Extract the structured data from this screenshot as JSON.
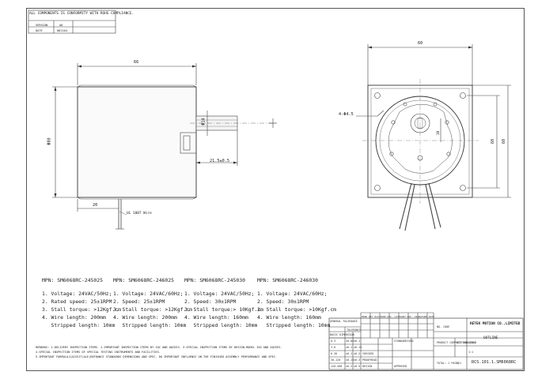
{
  "header": {
    "compliance": "ALL COMPONENTS IS CONFORMITY WITH ROHS COMPLIANCE.",
    "version_label": "VERSION",
    "version_value": "A0",
    "date_label": "DATE",
    "date_value": "081104"
  },
  "dimensions": {
    "body_length": "66",
    "diameter": "Φ80",
    "shaft_diameter": "Φ14",
    "shaft_length": "21.5±0.5",
    "lead_offset": "20",
    "wire_label": "UL 1007 Wire",
    "flange_width": "60",
    "flange_height_a": "60",
    "flange_height_b": "60",
    "hole_spec": "4-Φ4.5",
    "keyway": "10"
  },
  "specs": [
    {
      "mpn": "MPN: SM6068RC-245025",
      "lines": [
        "1. Voltage: 24VAC/50Hz;",
        "2. Rated speed: 25±1RPM",
        "3. Stall torque: >12Kgf.cm",
        "4. Wire length: 200mm",
        "   Stripped length: 10mm"
      ]
    },
    {
      "mpn": "MPN: SM6068RC-246025",
      "lines": [
        "1. Voltage: 24VAC/60Hz;",
        "2. Speed: 25±1RPM",
        "3. Stall torque: >12Kgf.cm",
        "4. Wire length: 200mm",
        "   Stripped length: 10mm"
      ]
    },
    {
      "mpn": "MPN: SM6068RC-245030",
      "lines": [
        "1. Voltage: 24VAC/50Hz;",
        "2. Speed: 30±1RPM",
        "3. Stall torque:> 10Kgf.cm",
        "4. Wire length: 160mm",
        "   Stripped length: 10mm"
      ]
    },
    {
      "mpn": "MPN: SM6068RC-246030",
      "lines": [
        "1. Voltage: 24VAC/60Hz;",
        "2. Speed: 30±1RPM",
        "3. Stall torque: >10Kgf.cm",
        "4. Wire length: 160mm",
        "   Stripped length: 10mm"
      ]
    }
  ],
  "remarks": [
    "REMARKS: 1.DELIVERY INSPECTION ITEMS. 2.IMPORTANT INSPECTION ITEMS BY IQC AND OQCEES. 3.SPECIAL INSPECTION ITEMS BY DESIGN-MODEL ISO AND OQCEES.",
    "4.SPECIAL INSPECTION ITEMS OF SPECIAL TESTING INSTRUMENTS AND FACILITIES.",
    "5.IMPORTANT FORMULA(CAISSIT)ALE(ENTRANCE STANDARDS DIMENSIONS AND SPEC. DO IMPORTANT INFLUENCE ON THE FINISHED ASSEMBLY PERFORMANCE AND SPEC."
  ],
  "title_block": {
    "company": "RETEK MOTION CO.,LIMITED",
    "drawing_type": "OUTLINE",
    "drawing_number": "RCS.101.1.SM6068RC",
    "tolerance_label": "GENERAL TOLERANCE",
    "standardized": "STANDARDIZED",
    "approved": "APPROVED",
    "checked": "CHECKED",
    "proofread": "PROOFREAD",
    "design": "DESIGN",
    "no_code": "NO. CODE",
    "product_composition": "PRODUCT COMPOSITION",
    "qty_required": "QTY REQUIRED",
    "scale": "SCALE",
    "scale_value": "1:1",
    "total_pages": "TOTAL: 1 PAGES",
    "sheet_value": "1/1",
    "rev_header": "MARK QTY OLD-MARK DOC. CATEGORY DOC. SIGNATURE DATE",
    "tol_rows": [
      [
        "BASIC DIMENSION",
        "TOLERANCE",
        "",
        ""
      ],
      [
        "0-3",
        "±0.05",
        "±0.1",
        "±0.2"
      ],
      [
        "3-6",
        "±0.1",
        "±0.15",
        "±0.2"
      ],
      [
        "6-30",
        "±0.1",
        "±0.2",
        "±0.3"
      ],
      [
        "30-120",
        "±0.15",
        "±0.3",
        "±0.5"
      ],
      [
        "120-400",
        "±0.2",
        "±0.5",
        "±0.8"
      ]
    ]
  }
}
